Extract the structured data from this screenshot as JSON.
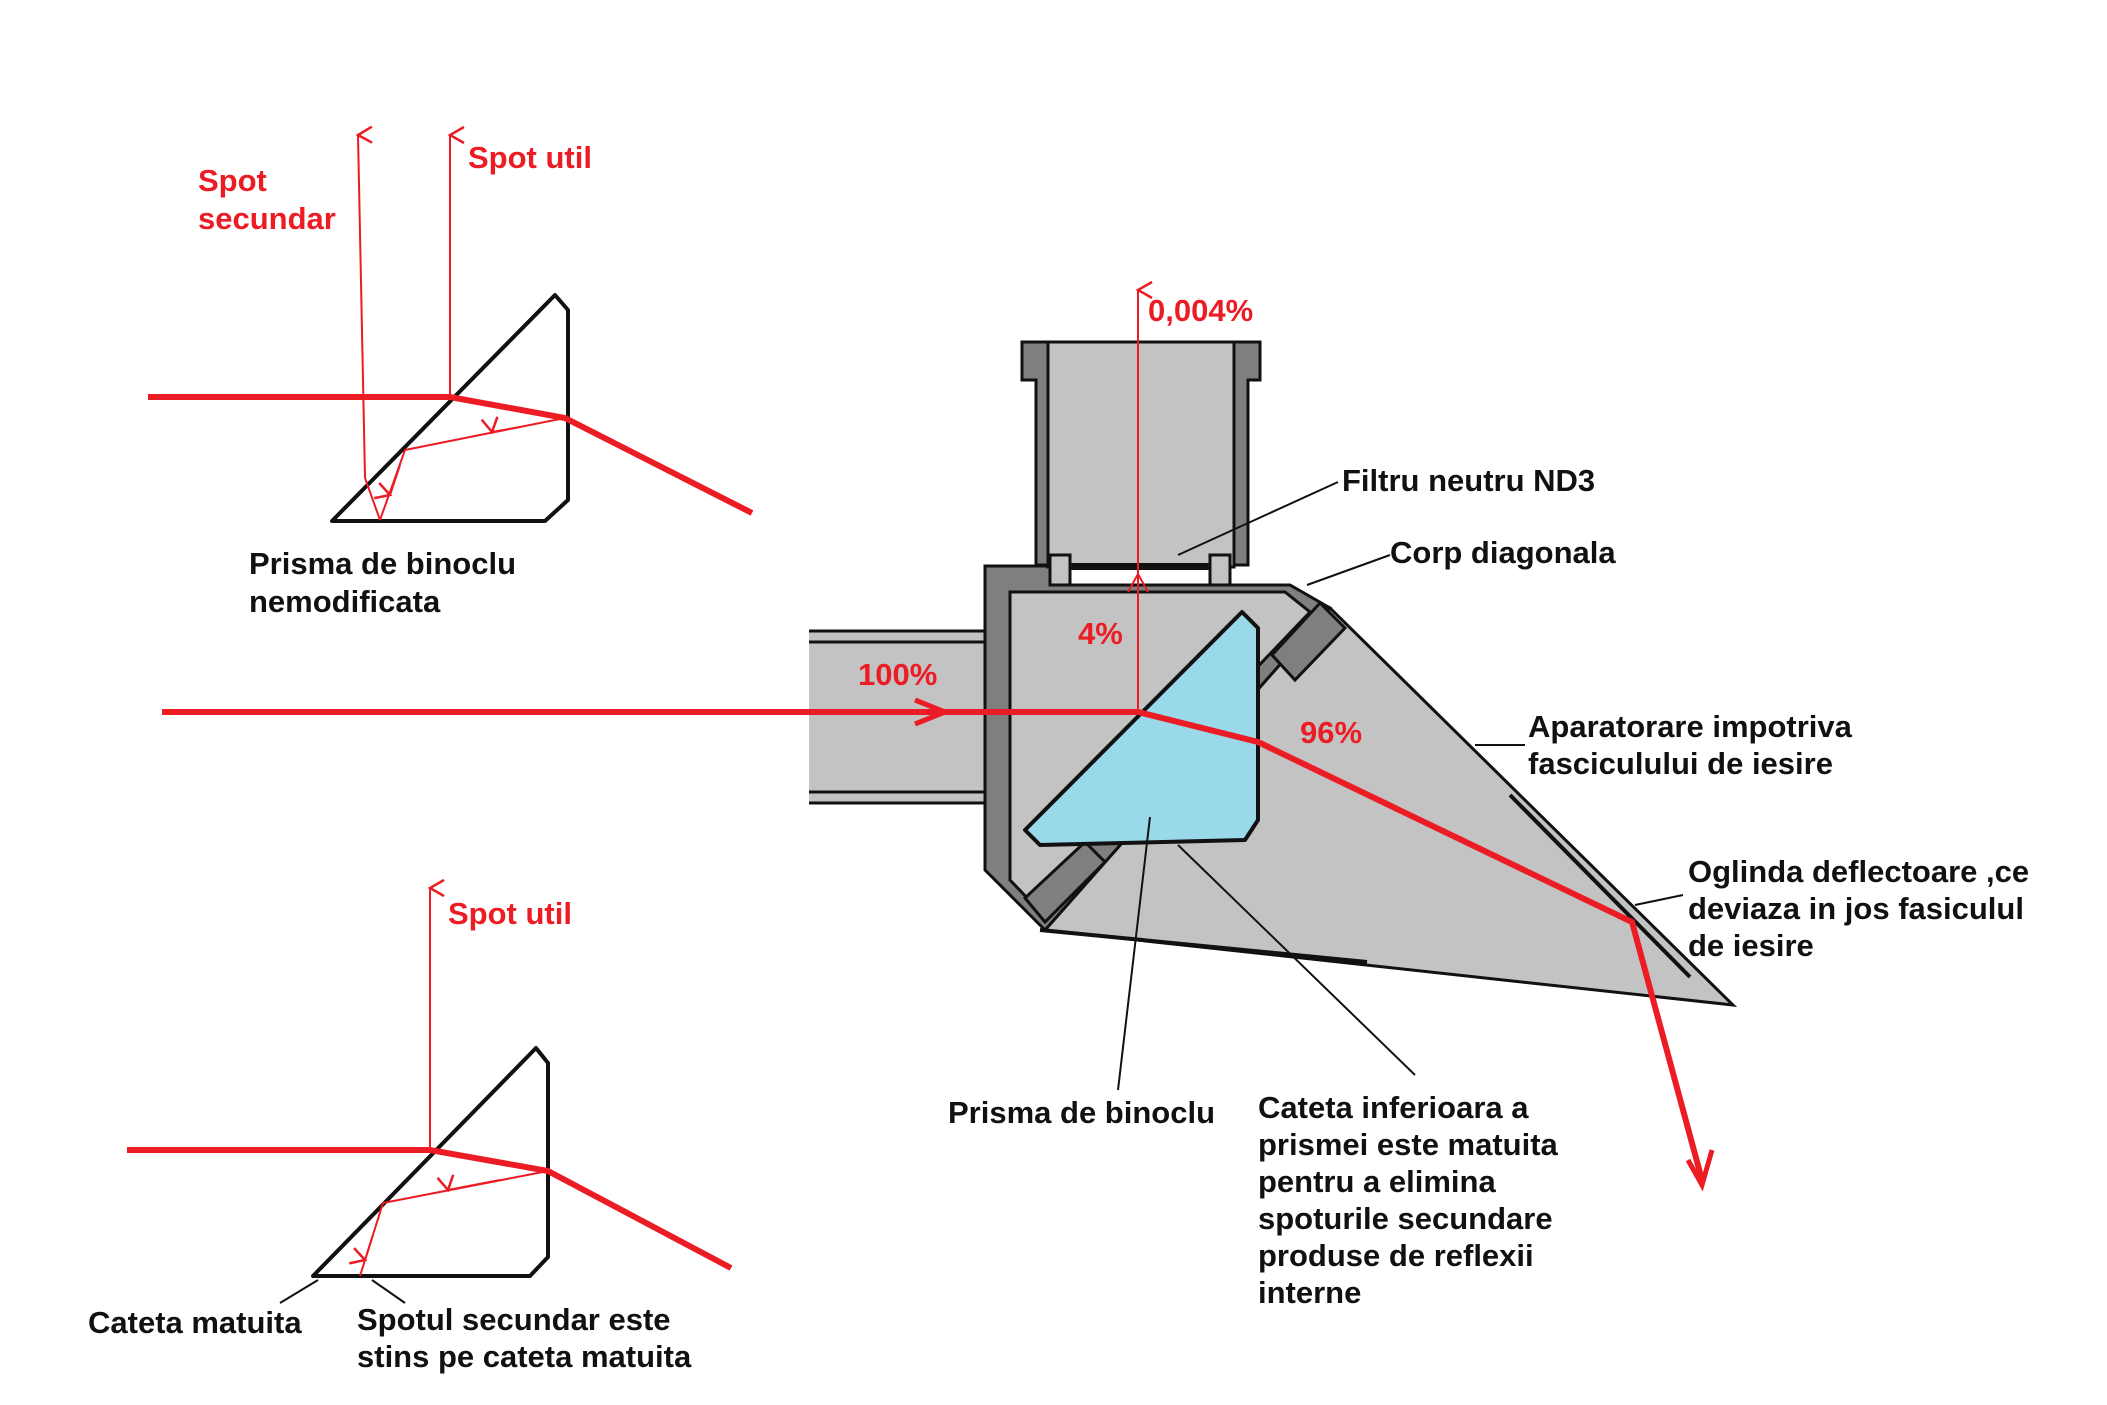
{
  "colors": {
    "beam": "#ec1c24",
    "outline": "#111111",
    "body_gray": "#c3c3c3",
    "dark_gray": "#7f7f7f",
    "prism_blue": "#99d9ea",
    "label_black": "#111111"
  },
  "top_left": {
    "spot_secundar": [
      "Spot",
      "secundar"
    ],
    "spot_util": "Spot util",
    "caption": [
      "Prisma de binoclu",
      "nemodificata"
    ]
  },
  "bottom_left": {
    "spot_util": "Spot util",
    "cateta": "Cateta matuita",
    "spotul": [
      "Spotul secundar este",
      "stins pe cateta matuita"
    ]
  },
  "main": {
    "pct_100": "100%",
    "pct_4": "4%",
    "pct_0004": "0,004%",
    "pct_96": "96%",
    "filtru": "Filtru neutru ND3",
    "corp": "Corp diagonala",
    "aparatoare": [
      "Aparatorare impotriva",
      "fasciculului de iesire"
    ],
    "oglinda": [
      "Oglinda deflectoare ,ce",
      "deviaza in jos fasiculul",
      "de iesire"
    ],
    "prisma": "Prisma de binoclu",
    "cateta_inf": [
      "Cateta inferioara a",
      "prismei este matuita",
      "pentru a elimina",
      "spoturile secundare",
      "produse de reflexii",
      "interne"
    ]
  }
}
